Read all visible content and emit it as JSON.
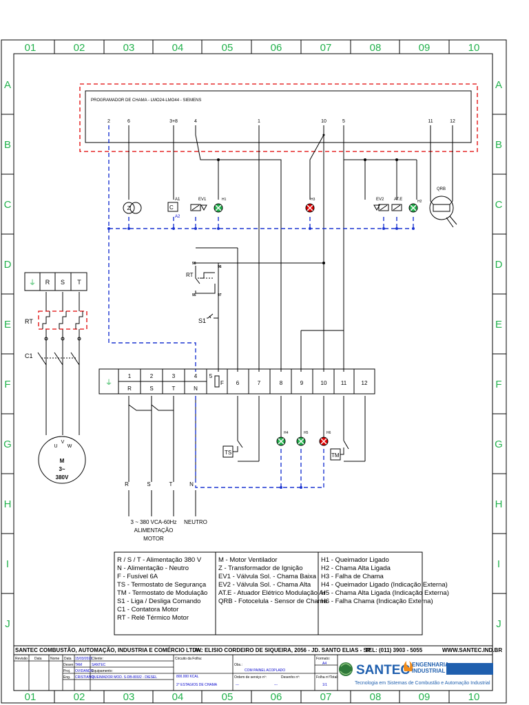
{
  "grid": {
    "columns": [
      "01",
      "02",
      "03",
      "04",
      "05",
      "06",
      "07",
      "08",
      "09",
      "10"
    ],
    "rows": [
      "A",
      "B",
      "C",
      "D",
      "E",
      "F",
      "G",
      "H",
      "I",
      "J"
    ]
  },
  "programmer": {
    "title": "PROGRAMADOR DE CHAMA - LMO24-LMO44 - SIEMENS",
    "terminals": [
      "2",
      "6",
      "3+8",
      "4",
      "1",
      "10",
      "5",
      "11",
      "12"
    ]
  },
  "components": {
    "a1": "A1",
    "a2": "A2",
    "c": "C",
    "z": "Z",
    "ev1": "EV1",
    "h1": "H1",
    "h3": "H3",
    "ev2": "EV2",
    "ate": "AT.E",
    "h2": "H2",
    "qrb": "QRB",
    "rt": "RT",
    "rt_98": "98",
    "rt_96": "96",
    "rt_95": "95",
    "rt_97": "97",
    "s1": "S1",
    "ts": "TS",
    "tm": "TM",
    "h4": "H4",
    "h5": "H5",
    "h6": "H6",
    "ground": "⏚",
    "r": "R",
    "s": "S",
    "t": "T",
    "c1": "C1",
    "motor_u": "U",
    "motor_v": "V",
    "motor_w": "W",
    "motor_m": "M",
    "motor_phase": "3~",
    "motor_volt": "380V"
  },
  "terminal_block": {
    "top": [
      "1",
      "2",
      "3",
      "4",
      "5",
      "6",
      "7",
      "8",
      "9",
      "10",
      "11",
      "12"
    ],
    "bottom": [
      "R",
      "S",
      "T",
      "N"
    ],
    "fuse": "F"
  },
  "supply": {
    "labels": [
      "R",
      "S",
      "T",
      "N"
    ],
    "line1": "3 ~ 380 VCA-60Hz",
    "line2": "ALIMENTAÇÃO",
    "line3": "MOTOR",
    "neutral": "NEUTRO"
  },
  "legend": {
    "col1": [
      "R / S / T - Alimentação 380 V",
      "N - Alimentação - Neutro",
      "F - Fusível 6A",
      "TS - Termostato de Segurança",
      "TM - Termostato de Modulação",
      "S1 - Liga / Desliga Comando",
      "C1 - Contatora Motor",
      "RT - Relé Térmico Motor"
    ],
    "col2": [
      "M - Motor Ventilador",
      "Z - Transformador de Ignição",
      "EV1 - Válvula Sol. - Chama Baixa",
      "EV2 - Válvula Sol. - Chama Alta",
      "AT.E - Atuador Elétrico Modulação Ar",
      "QRB - Fotocelula - Sensor de Chama"
    ],
    "col3": [
      "H1 - Queimador Ligado",
      "H2 - Chama Alta Ligada",
      "H3 - Falha de Chama",
      "H4 - Queimador Ligado (Indicação Externa)",
      "H5 - Chama Alta Ligada (Indicação Externa)",
      "H6 - Falha Chama (Indicação Externa)"
    ]
  },
  "title_block": {
    "company": "SANTEC COMBUSTÃO, AUTOMAÇÃO, INDUSTRIA E COMÉRCIO LTDA.",
    "address": "AV: ELISIO CORDEIRO DE SIQUEIRA, 2056 - JD. SANTO ELIAS - SP",
    "phone": "TEL: (011) 3903 - 5055",
    "website": "WWW.SANTEC.IND.BR",
    "revisao": "Revisão",
    "data_h": "Data",
    "nome_h": "Nome",
    "data2_h": "Data",
    "data_value": "15/03/2021",
    "cliente_h": "Cliente:",
    "desen": "Desen",
    "desen_name": "TAM",
    "proj": "Proj.",
    "proj_name": "OVIDANDO",
    "eng": "Eng.",
    "eng_name": "CRISTIANO",
    "cliente_value": "SANTEC",
    "equip_h": "Equipamento:",
    "equip_value": "QUEIMADOR MOD. S-DB-800/2 - DIESEL",
    "circuito_h": "Circuito da Folha:",
    "kcal": "800.000 KCAL",
    "estagios": "2° ESTAGIOS DE CHAMA",
    "obs_h": "Obs.:",
    "obs_value": "COM PAINEL ACOPLADO",
    "ordem_h": "Ordem de serviço nº:",
    "ordem_value": "---",
    "desenho_h": "Desenho nº:",
    "desenho_value": "---",
    "formato_h": "Formato:",
    "formato_value": "A4",
    "folha_h": "Folha nº/Total:",
    "folha_value": "1/1",
    "logo_name": "SANTEC",
    "logo_sub1": "ENGENHARIA",
    "logo_sub2": "INDUSTRIAL",
    "logo_tag": "Tecnologia em Sistemas de Combustão e Automação Industrial"
  },
  "colors": {
    "grid": "#22b14c",
    "programmer_border": "#e00000",
    "control_wire": "#1a33d1",
    "lamp_green": "#22b14c",
    "lamp_red": "#e00000",
    "logo_blue": "#1f5fae"
  }
}
